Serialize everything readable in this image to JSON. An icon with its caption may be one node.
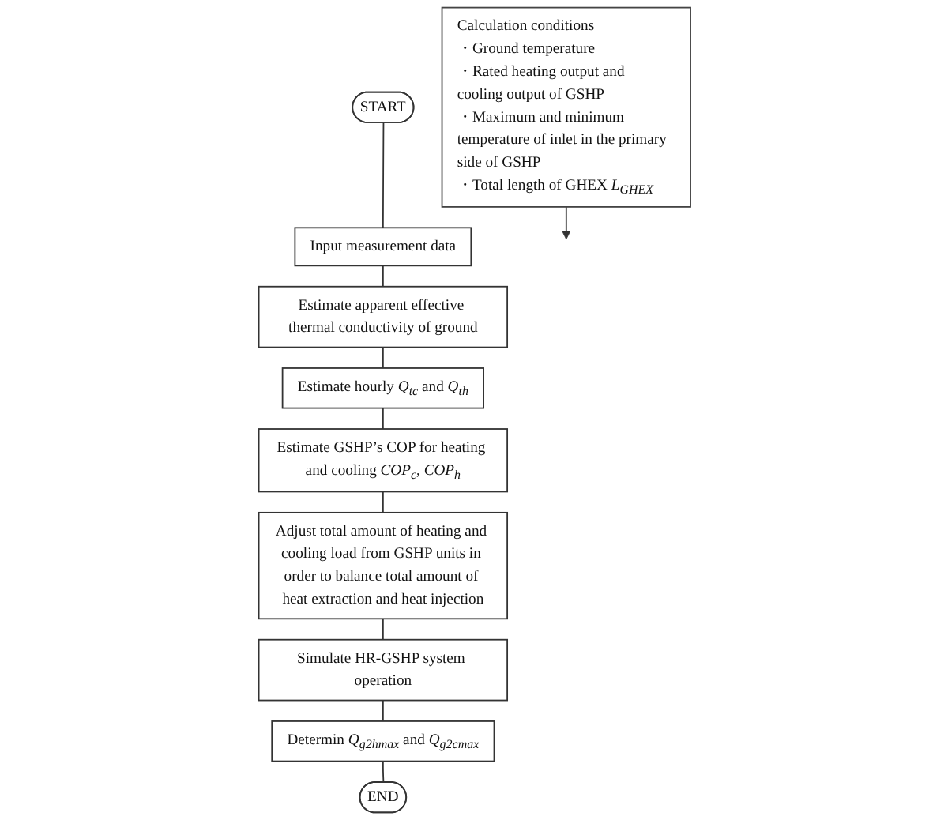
{
  "diagram": {
    "nodes": [
      {
        "text": [
          "START"
        ]
      },
      {
        "text": [
          "Input measurement data"
        ]
      },
      {
        "text": [
          "Estimate apparent effective thermal conductivity of ground"
        ]
      },
      {
        "text": [
          "Estimate hourly *Q*$_{tc}$ and *Q*$_{th}$"
        ]
      },
      {
        "text": [
          "Estimate GSHP’s COP for heating and cooling *COP*$_{c}$, *COP*$_{h}$"
        ]
      },
      {
        "text": [
          "Adjust total amount of heating and cooling load from GSHP units in order to balance total amount of heat extraction and heat injection"
        ]
      },
      {
        "text": [
          "Simulate HR-GSHP system operation"
        ]
      },
      {
        "text": [
          "Determin *Q*$_{g2hmax}$ and *Q*$_{g2cmax}$"
        ]
      },
      {
        "text": [
          "END"
        ]
      },
      {
        "text": [
          "Calculation conditions",
          "・Ground temperature",
          "・Rated heating output and cooling output of GSHP",
          "・Maximum and minimum temperature of inlet in the primary side of GSHP",
          "・Total length of GHEX *L*$_{GHEX}$"
        ]
      }
    ],
    "edges": [
      {
        "from": 0,
        "to": 1,
        "arrow": "none"
      },
      {
        "from": 1,
        "to": 2,
        "arrow": "none"
      },
      {
        "from": 2,
        "to": 3,
        "arrow": "none"
      },
      {
        "from": 3,
        "to": 4,
        "arrow": "none"
      },
      {
        "from": 4,
        "to": 5,
        "arrow": "none"
      },
      {
        "from": 5,
        "to": 6,
        "arrow": "none"
      },
      {
        "from": 6,
        "to": 7,
        "arrow": "none"
      },
      {
        "from": 7,
        "to": 8,
        "arrow": "none"
      },
      {
        "from": 9,
        "to": null,
        "arrow": "to"
      }
    ]
  }
}
